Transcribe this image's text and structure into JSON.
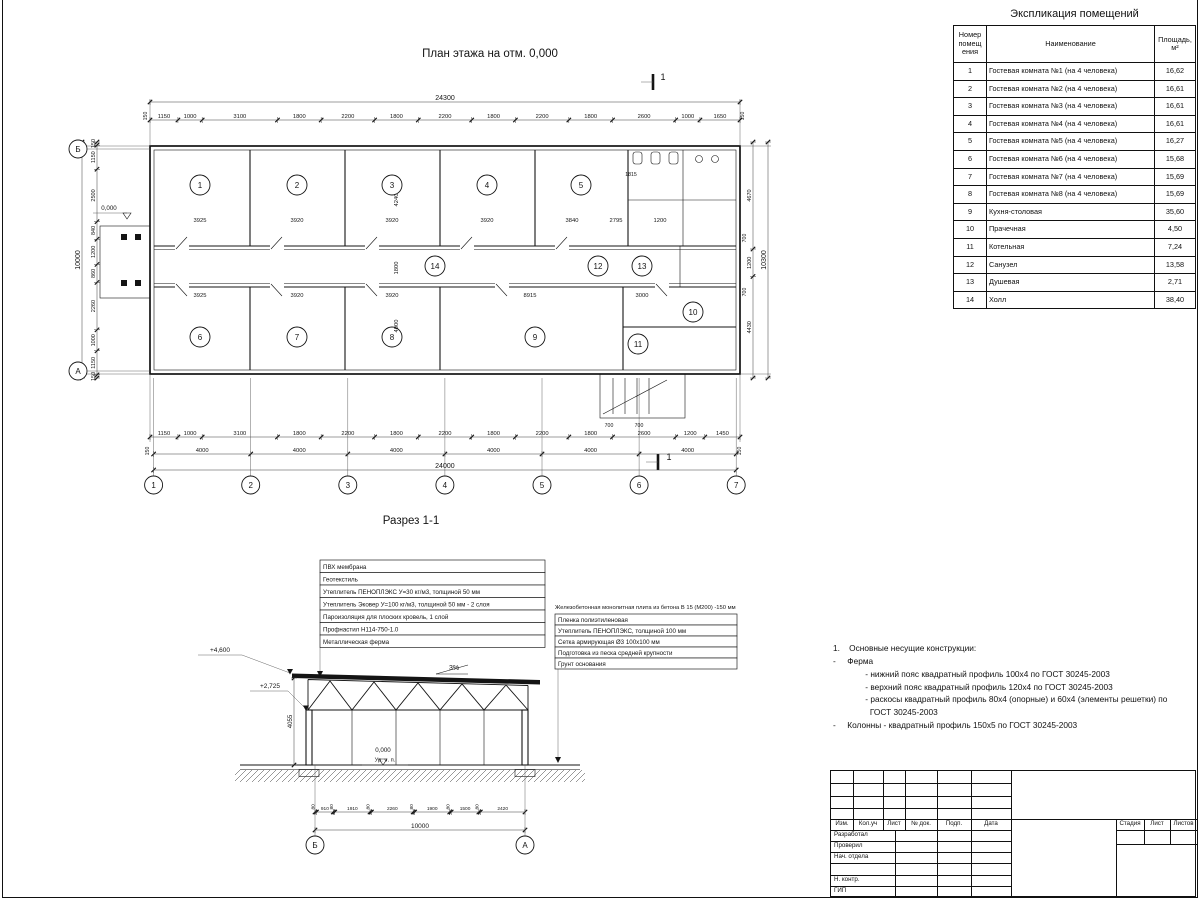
{
  "plan": {
    "title": "План этажа на отм. 0,000",
    "overall_top": "24300",
    "top_chain": [
      "1150",
      "1000",
      "3100",
      "1800",
      "2200",
      "1800",
      "2200",
      "1800",
      "2200",
      "1800",
      "2600",
      "1000",
      "1650"
    ],
    "bottom_chain": [
      "1150",
      "1000",
      "3100",
      "1800",
      "2200",
      "1800",
      "2200",
      "1800",
      "2200",
      "1800",
      "2600",
      "1200",
      "1450"
    ],
    "axes_chain": [
      "4000",
      "4000",
      "4000",
      "4000",
      "4000",
      "4000"
    ],
    "overall_bottom": "24000",
    "left_chain": [
      "150",
      "1150",
      "2500",
      "840",
      "1200",
      "860",
      "2260",
      "1000",
      "1150",
      "150"
    ],
    "overall_left": "10000",
    "right_chain": [
      "4670",
      "1200",
      "4430"
    ],
    "overall_right": "10300",
    "axes_h": [
      "1",
      "2",
      "3",
      "4",
      "5",
      "6",
      "7"
    ],
    "axes_v": [
      "Б",
      "А"
    ],
    "rooms": [
      "1",
      "2",
      "3",
      "4",
      "5",
      "14",
      "12",
      "13",
      "6",
      "7",
      "8",
      "9",
      "11",
      "10"
    ],
    "room_dims_top": [
      "3925",
      "3920",
      "3920",
      "3920",
      "3840",
      "2795",
      "1200"
    ],
    "room_dims_bottom": [
      "3925",
      "3920",
      "3920",
      "8915",
      "3000"
    ],
    "depth_dims": [
      "4240",
      "1800",
      "4000"
    ],
    "small_dims": [
      "1815",
      "700",
      "700",
      "700",
      "700",
      "150",
      "150",
      "150",
      "150"
    ],
    "elevation_mark": "0,000",
    "section_mark": "1"
  },
  "section": {
    "title": "Разрез 1-1",
    "roof_layers": [
      "ПВХ мембрана",
      "Геотекстиль",
      "Утеплитель ПЕНОПЛЭКС У=30 кг/м3, толщиной 50 мм",
      "Утеплитель Эковер У=100 кг/м3, толщиной 50 мм - 2 слоя",
      "Пароизоляция для плоских кровель, 1 слой",
      "Профнастил Н114-750-1.0",
      "Металлическая ферма"
    ],
    "slab_note": "Железобетонная монолитная плита из бетона В 15 (М200) -150 мм",
    "floor_layers": [
      "Пленка полиэтиленовая",
      "Утеплитель ПЕНОПЛЭКС, толщиной 100 мм",
      "Сетка армирующая Ø3 100х100 мм",
      "Подготовка из песка средней крупности",
      "Грунт основания"
    ],
    "elev_top": "+4,600",
    "elev_mid": "+2,725",
    "elev_zero": "0,000",
    "floor_level": "Ур. ч. п.",
    "slope": "3%",
    "height_dim": "4055",
    "bottom_chain": [
      "80",
      "910",
      "80",
      "1910",
      "80",
      "2260",
      "80",
      "1900",
      "80",
      "1500",
      "80",
      "2420"
    ],
    "overall_bottom": "10000",
    "axes": [
      "Б",
      "А"
    ]
  },
  "schedule": {
    "title": "Экспликация помещений",
    "col_number": "Номер помещ ения",
    "col_name": "Наименование",
    "col_area": "Площадь, м²",
    "rows": [
      [
        "1",
        "Гостевая комната №1 (на 4 человека)",
        "16,62"
      ],
      [
        "2",
        "Гостевая комната №2 (на 4 человека)",
        "16,61"
      ],
      [
        "3",
        "Гостевая комната №3 (на 4 человека)",
        "16,61"
      ],
      [
        "4",
        "Гостевая комната №4 (на 4 человека)",
        "16,61"
      ],
      [
        "5",
        "Гостевая комната №5 (на 4 человека)",
        "16,27"
      ],
      [
        "6",
        "Гостевая комната №6 (на 4 человека)",
        "15,68"
      ],
      [
        "7",
        "Гостевая комната №7 (на 4 человека)",
        "15,69"
      ],
      [
        "8",
        "Гостевая комната №8 (на 4 человека)",
        "15,69"
      ],
      [
        "9",
        "Кухня-столовая",
        "35,60"
      ],
      [
        "10",
        "Прачечная",
        "4,50"
      ],
      [
        "11",
        "Котельная",
        "7,24"
      ],
      [
        "12",
        "Санузел",
        "13,58"
      ],
      [
        "13",
        "Душевая",
        "2,71"
      ],
      [
        "14",
        "Холл",
        "38,40"
      ]
    ]
  },
  "notes": {
    "lines": [
      "1.    Основные несущие конструкции:",
      "-     Ферма",
      "              - нижний пояс квадратный профиль 100х4 по ГОСТ 30245-2003",
      "              - верхний пояс квадратный профиль 120х4 по ГОСТ 30245-2003",
      "              - раскосы квадратный профиль 80х4 (опорные) и 60х4 (элементы решетки) по",
      "                ГОСТ 30245-2003",
      "-     Колонны - квадратный профиль 150х5 по ГОСТ 30245-2003"
    ]
  },
  "title_block": {
    "header_cols": [
      "Изм.",
      "Кол.уч",
      "Лист",
      "№ док.",
      "Подп.",
      "Дата"
    ],
    "row_labels": [
      "Разработал",
      "Проверил",
      "Нач. отдела",
      "",
      "Н. контр.",
      "ГИП"
    ],
    "stage_cols": [
      "Стадия",
      "Лист",
      "Листов"
    ]
  }
}
